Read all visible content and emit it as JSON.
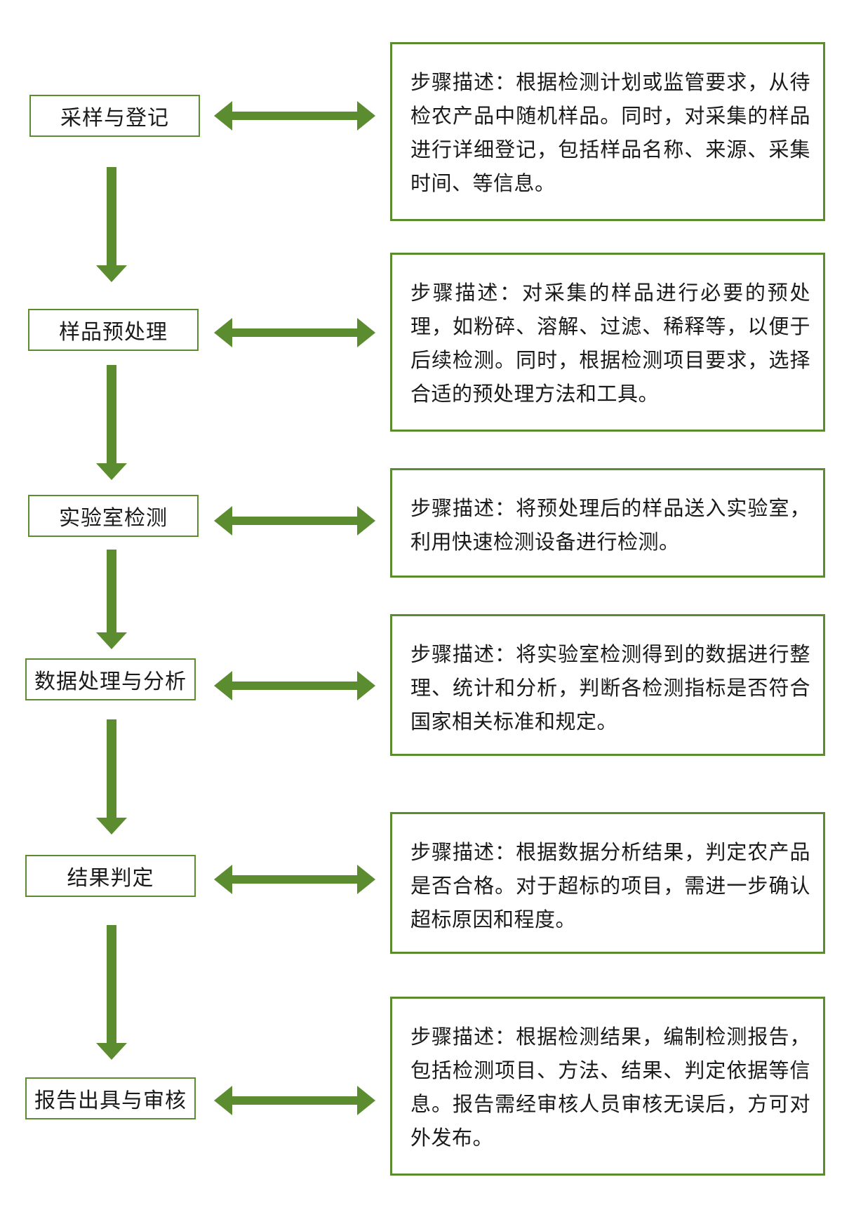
{
  "colors": {
    "accent": "#5b8c2f",
    "border": "#5b8c2f",
    "text": "#1a1a1a",
    "background": "#ffffff"
  },
  "steps": [
    {
      "label": "采样与登记",
      "description": "步骤描述：根据检测计划或监管要求，从待检农产品中随机样品。同时，对采集的样品进行详细登记，包括样品名称、来源、采集时间、等信息。"
    },
    {
      "label": "样品预处理",
      "description": "步骤描述：对采集的样品进行必要的预处理，如粉碎、溶解、过滤、稀释等，以便于后续检测。同时，根据检测项目要求，选择合适的预处理方法和工具。"
    },
    {
      "label": "实验室检测",
      "description": "步骤描述：将预处理后的样品送入实验室，利用快速检测设备进行检测。"
    },
    {
      "label": "数据处理与分析",
      "description": "步骤描述：将实验室检测得到的数据进行整理、统计和分析，判断各检测指标是否符合国家相关标准和规定。"
    },
    {
      "label": "结果判定",
      "description": "步骤描述：根据数据分析结果，判定农产品是否合格。对于超标的项目，需进一步确认超标原因和程度。"
    },
    {
      "label": "报告出具与审核",
      "description": "步骤描述：根据检测结果，编制检测报告，包括检测项目、方法、结果、判定依据等信息。报告需经审核人员审核无误后，方可对外发布。"
    }
  ]
}
